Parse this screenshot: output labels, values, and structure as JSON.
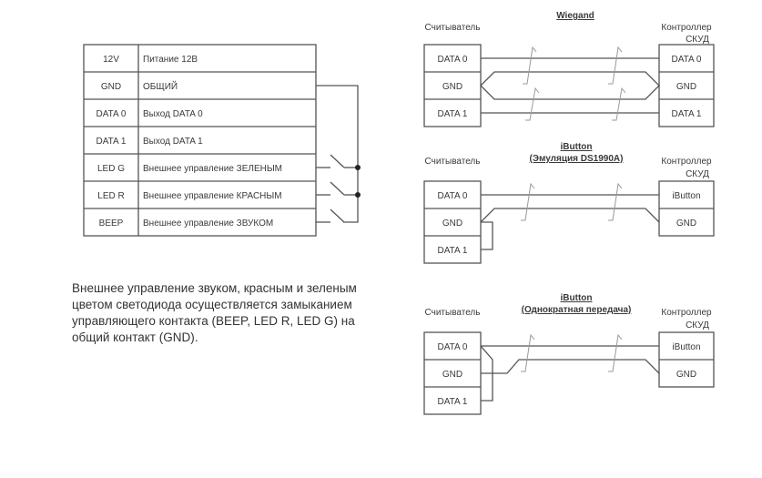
{
  "pinout_table": {
    "rows": [
      {
        "pin": "12V",
        "description": "Питание 12В"
      },
      {
        "pin": "GND",
        "description": "ОБЩИЙ"
      },
      {
        "pin": "DATA 0",
        "description": "Выход DATA 0"
      },
      {
        "pin": "DATA 1",
        "description": "Выход DATA 1"
      },
      {
        "pin": "LED G",
        "description": "Внешнее управление ЗЕЛЕНЫМ"
      },
      {
        "pin": "LED R",
        "description": "Внешнее управление КРАСНЫМ"
      },
      {
        "pin": "BEEP",
        "description": "Внешнее управление ЗВУКОМ"
      }
    ]
  },
  "note": "Внешнее управление звуком, красным и зеленым цветом светодиода осуществляется замыканием управляющего контакта (BEEP, LED R, LED G) на общий контакт (GND).",
  "diagrams": [
    {
      "title_lines": [
        "Wiegand"
      ],
      "reader_label": "Считыватель",
      "controller_label_lines": [
        "Контроллер",
        "СКУД"
      ],
      "reader_pins": [
        "DATA 0",
        "GND",
        "DATA 1"
      ],
      "controller_pins": [
        "DATA 0",
        "GND",
        "DATA 1"
      ]
    },
    {
      "title_lines": [
        "iButton",
        "(Эмуляция DS1990A)"
      ],
      "reader_label": "Считыватель",
      "controller_label_lines": [
        "Контроллер",
        "СКУД"
      ],
      "reader_pins": [
        "DATA 0",
        "GND",
        "DATA 1"
      ],
      "controller_pins": [
        "iButton",
        "GND"
      ]
    },
    {
      "title_lines": [
        "iButton",
        "(Однократная передача)"
      ],
      "reader_label": "Считыватель",
      "controller_label_lines": [
        "Контроллер",
        "СКУД"
      ],
      "reader_pins": [
        "DATA 0",
        "GND",
        "DATA 1"
      ],
      "controller_pins": [
        "iButton",
        "GND"
      ]
    }
  ]
}
